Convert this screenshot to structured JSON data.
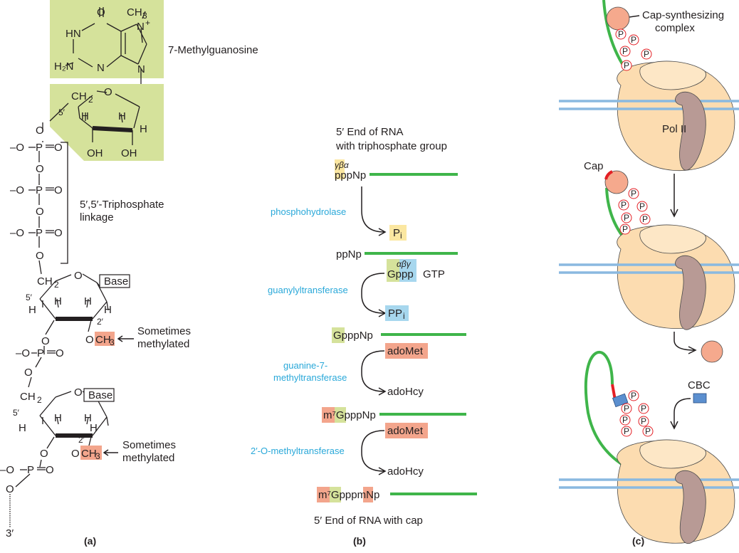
{
  "panel_a": {
    "head_label": "7-Methylguanosine",
    "linkage_label_1": "5′,5′-Triphosphate",
    "linkage_label_2": "linkage",
    "methyl_note_1": "Sometimes",
    "methyl_note_2": "methylated",
    "base": "Base",
    "panel_label": "(a)",
    "atoms": {
      "O": "O",
      "OH": "OH",
      "H": "H",
      "P": "P",
      "N": "N",
      "HN": "HN",
      "H2N": "H₂N",
      "CH3": "CH",
      "sub3": "3",
      "CH2": "CH",
      "sub2": "2",
      "Ominus": "–O",
      "plus": "+",
      "five_prime": "5′",
      "two_prime": "2′",
      "three_prime": "3′",
      "O_meth": "O"
    }
  },
  "panel_b": {
    "top_1": "5′ End of RNA",
    "top_2": "with triphosphate group",
    "greek_1": "γβα",
    "greek_2": "αβγ",
    "s1": "pppNp",
    "s2": "ppNp",
    "s3": "GpppNp",
    "s4": "m⁷GpppNp",
    "s5": "m⁷GpppmNp",
    "enzymes": [
      "phosphohydrolase",
      "guanylyltransferase",
      "guanine-7-",
      "methyltransferase",
      "2′-O-methyltransferase"
    ],
    "pi": "P",
    "pi_sub": "i",
    "ppi": "PP",
    "gppp": "Gppp",
    "gtp": "GTP",
    "adomet": "adoMet",
    "adohcy": "adoHcy",
    "bottom": "5′ End of RNA with cap",
    "panel_label": "(b)"
  },
  "panel_c": {
    "complex_1": "Cap-synthesizing",
    "complex_2": "complex",
    "pol": "Pol II",
    "cap": "Cap",
    "cbc": "CBC",
    "p": "P",
    "panel_label": "(c)"
  },
  "colors": {
    "green_box": "#d5e29b",
    "yellow_box": "#fbe7a1",
    "blue_box": "#a7d7ee",
    "salmon_box": "#f3a58c",
    "rna": "#3fb54a",
    "dna": "#8ab9e0",
    "enzyme_text": "#29a8d9",
    "pol": "#fcdcb0",
    "ctd": "#b89a95",
    "cap_complex": "#f5a98d",
    "cap": "#e31e24",
    "cbc": "#5b8fcf"
  }
}
